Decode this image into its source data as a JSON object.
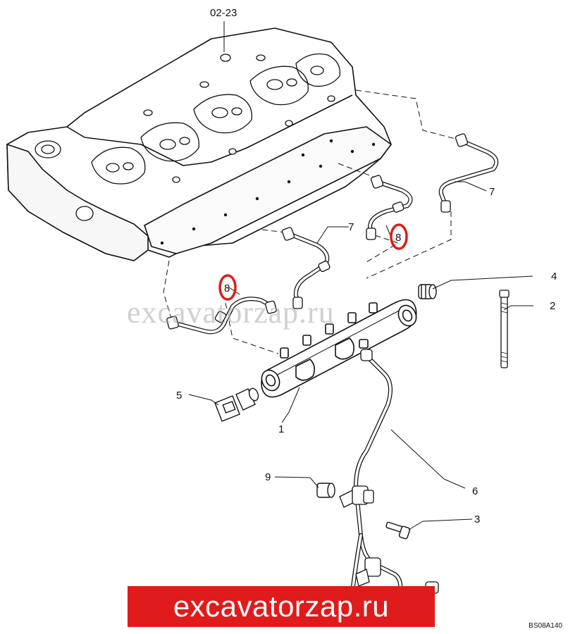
{
  "diagram": {
    "ref_cylinder_head": "02-23",
    "drawing_code": "BS08A140",
    "watermark": "excavatorzap.ru",
    "banner": "excavatorzap.ru",
    "callouts": {
      "fuel_rail": "1",
      "stud": "2",
      "screw": "3",
      "plug": "4",
      "pressure_sensor": "5",
      "supply_pipe": "6",
      "injector_pipe_left": "7",
      "injector_pipe_right": "7",
      "injector_pipe_highlight_left": "8",
      "injector_pipe_highlight_right": "8",
      "spacer": "9"
    },
    "highlight_color": "#e01b1b"
  }
}
